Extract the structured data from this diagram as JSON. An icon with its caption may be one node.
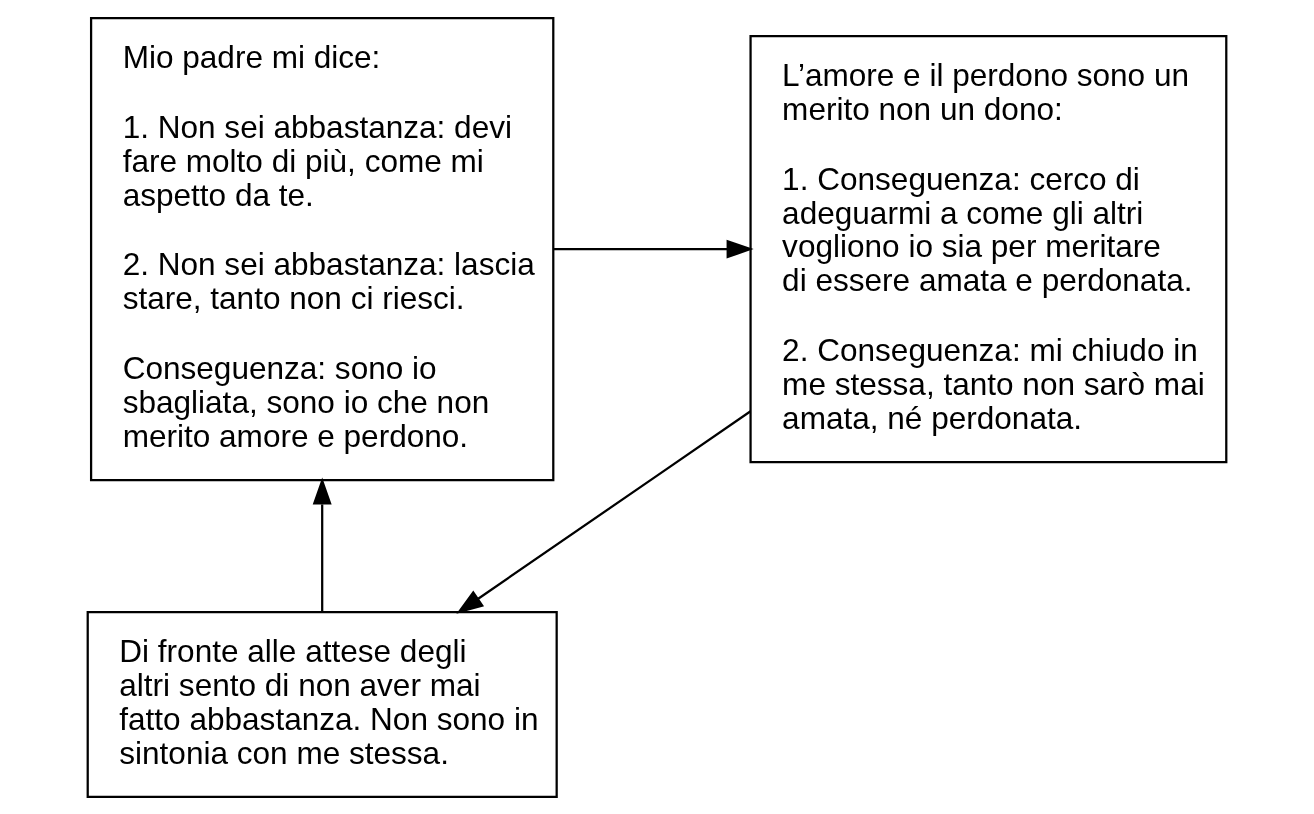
{
  "diagram": {
    "nodes": [
      {
        "text": [
          "Mio padre mi dice:",
          "1. Non sei abbastanza: devi fare molto di più, come mi aspetto da te.",
          "2. Non sei abbastanza: lascia stare, tanto non ci riesci.",
          "Conseguenza: sono io sbagliata, sono io che non merito amore e perdono."
        ]
      },
      {
        "text": [
          "L’amore e il perdono sono un merito non un dono:",
          "1. Conseguenza: cerco di adeguarmi a come gli altri vogliono io sia per meritare di essere amata e perdonata.",
          "2. Conseguenza: mi chiudo in me stessa, tanto non sarò mai amata, né perdonata."
        ]
      },
      {
        "text": [
          "Di fronte alle attese degli altri sento di non aver mai fatto abbastanza. Non sono in sintonia con me stessa."
        ]
      }
    ],
    "edges": [
      {
        "from": 0,
        "to": 1,
        "arrow": "to"
      },
      {
        "from": 1,
        "to": 2,
        "arrow": "to"
      },
      {
        "from": 2,
        "to": 0,
        "arrow": "to"
      }
    ]
  }
}
